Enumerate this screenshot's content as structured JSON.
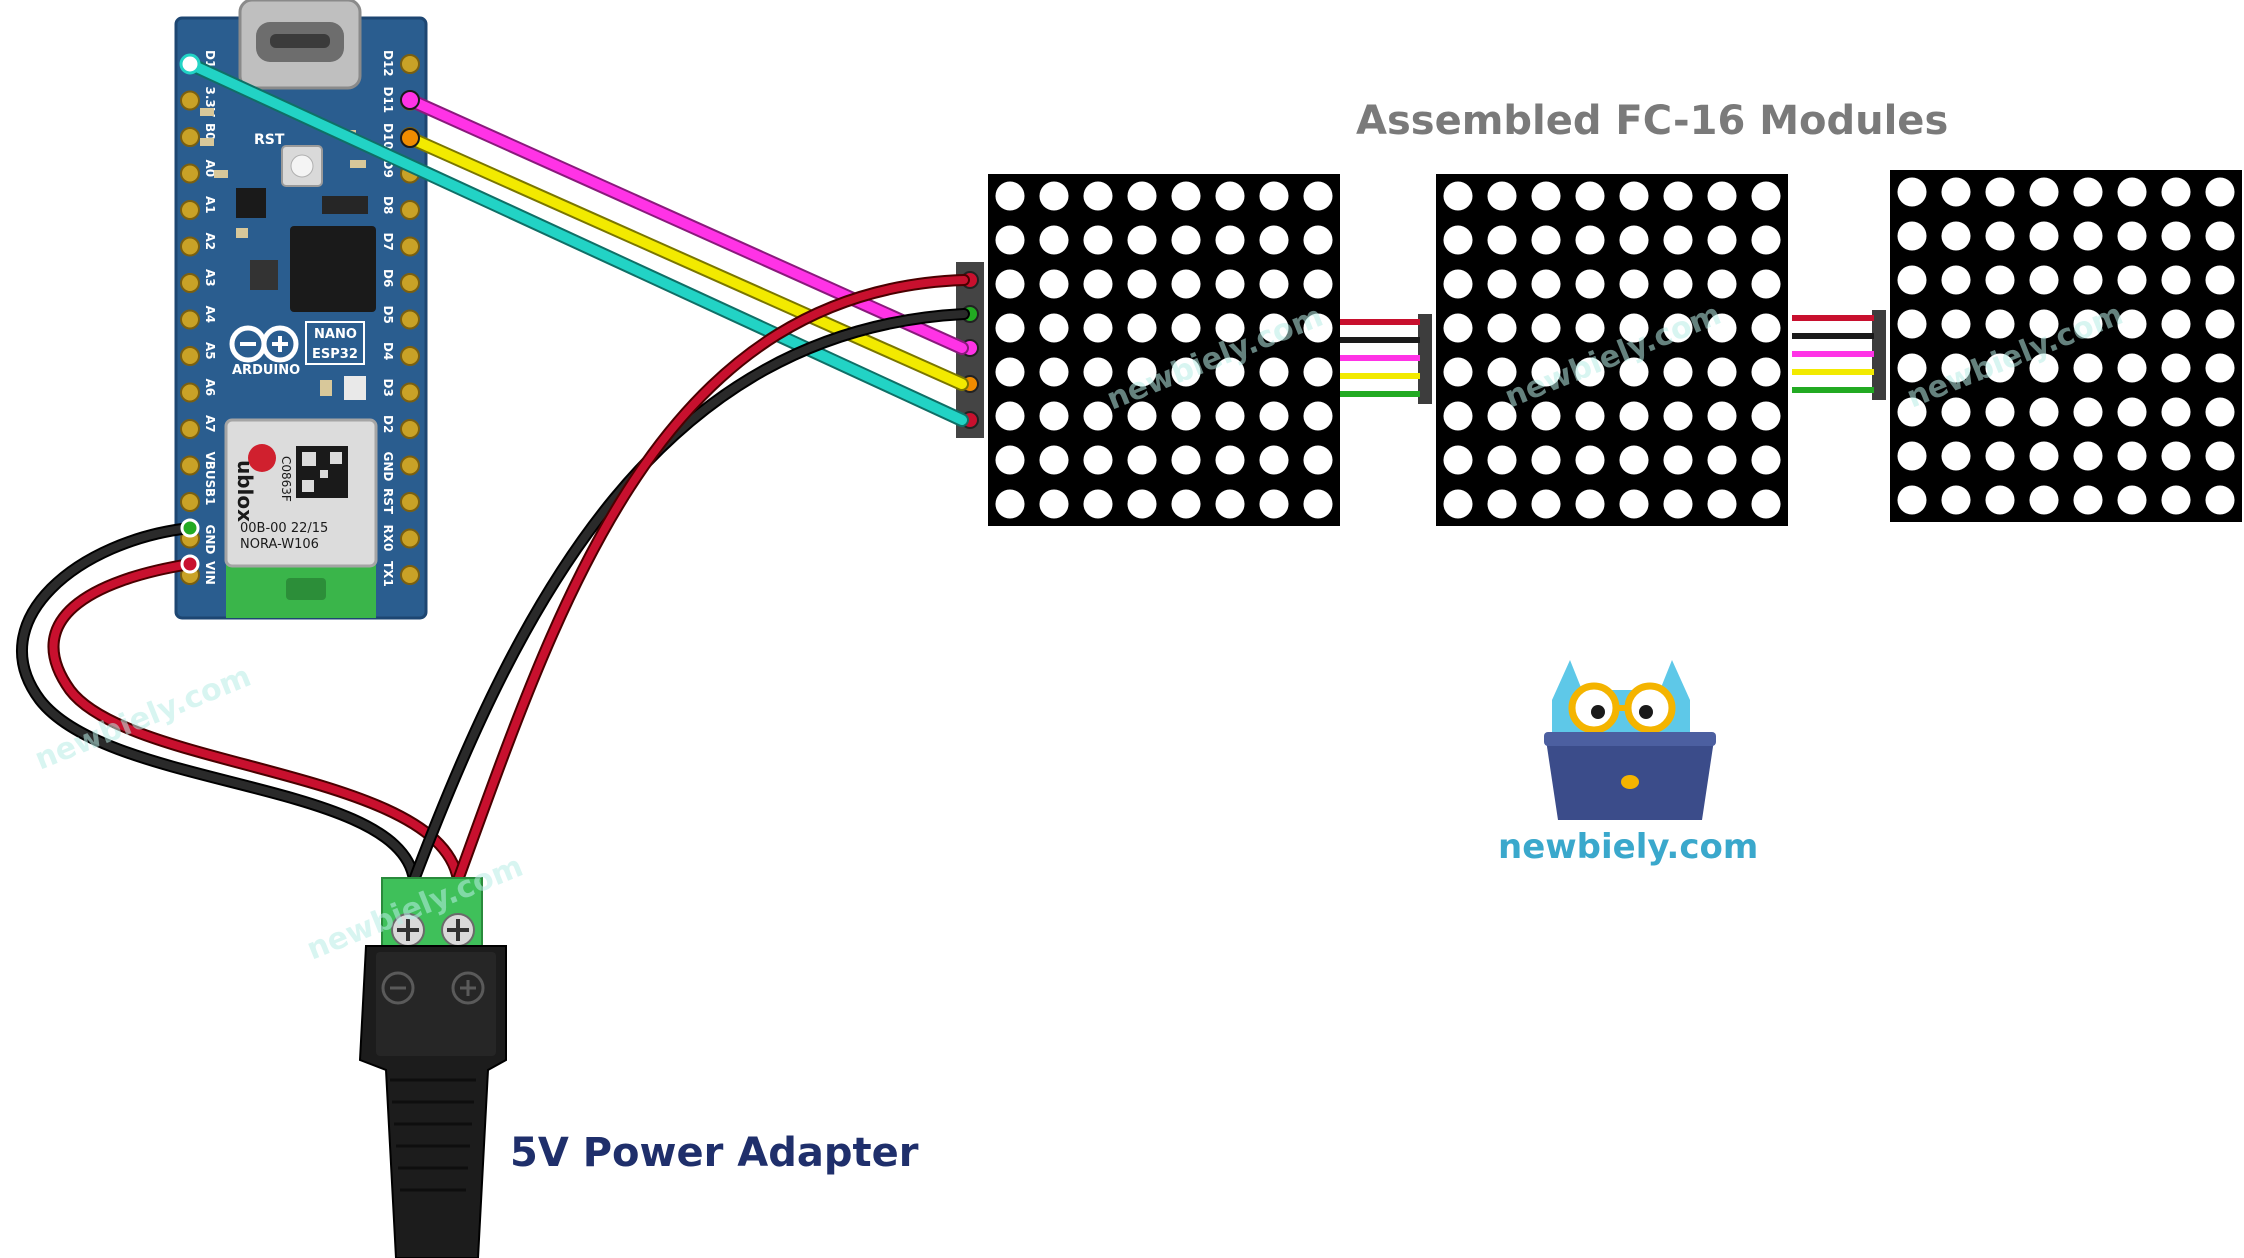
{
  "title": "Assembled FC-16 Modules",
  "adapter_label": "5V Power Adapter",
  "brand": "newbiely.com",
  "watermark": "newbiely.com",
  "board": {
    "name_line1": "NANO",
    "name_line2": "ESP32",
    "logo_text": "ARDUINO",
    "rst_label": "RST",
    "left_pins": [
      "D13",
      "3.3V",
      "B0",
      "A0",
      "A1",
      "A2",
      "A3",
      "A4",
      "A5",
      "A6",
      "A7",
      "VBUS",
      "B1",
      "GND",
      "VIN"
    ],
    "right_pins": [
      "D12",
      "D11",
      "D10",
      "D9",
      "D8",
      "D7",
      "D6",
      "D5",
      "D4",
      "D3",
      "D2",
      "GND",
      "RST",
      "RX0",
      "TX1"
    ],
    "module_lines": [
      "ublox",
      "C0863F",
      "00B-00 22/15",
      "NORA-W106"
    ]
  },
  "matrix": {
    "modules": 3,
    "rows": 8,
    "cols": 8
  },
  "colors": {
    "wire_red": "#c8102e",
    "wire_black": "#1a1a1a",
    "wire_magenta": "#ff33e6",
    "wire_yellow": "#f2ea00",
    "wire_cyan": "#22d3c5",
    "wire_green": "#22aa22",
    "board_blue": "#2a5d8f",
    "title_gray": "#7a7a7a",
    "label_navy": "#1f2f6b",
    "brand_teal": "#3aa8cc",
    "owl_body": "#5ec8e8",
    "owl_glasses": "#f4b400",
    "laptop": "#3b4c8a"
  },
  "icons": [
    "arduino-logo-icon",
    "owl-mascot-icon",
    "laptop-icon",
    "minus-icon",
    "plus-icon",
    "screw-icon"
  ]
}
